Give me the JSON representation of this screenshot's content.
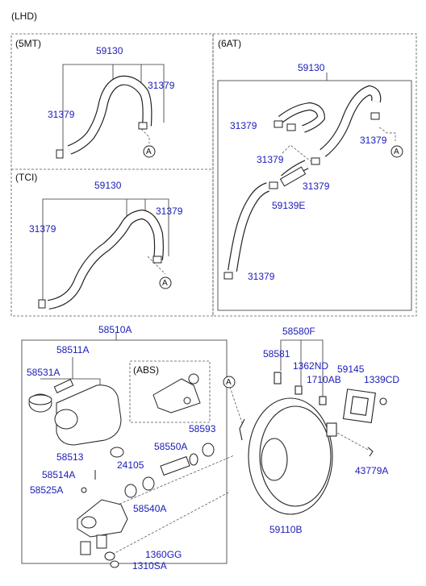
{
  "header": {
    "title": "(LHD)"
  },
  "sections": {
    "mt5": {
      "caption": "(5MT)"
    },
    "at6": {
      "caption": "(6AT)"
    },
    "tci": {
      "caption": "(TCI)"
    },
    "abs": {
      "caption": "(ABS)"
    }
  },
  "refs": {
    "a": "A"
  },
  "parts": {
    "p59130": "59130",
    "p31379": "31379",
    "p59139E": "59139E",
    "p58510A": "58510A",
    "p58511A": "58511A",
    "p58531A": "58531A",
    "p58513": "58513",
    "p58514A": "58514A",
    "p58525A": "58525A",
    "p24105": "24105",
    "p58540A": "58540A",
    "p58550A": "58550A",
    "p58593": "58593",
    "p1360GG": "1360GG",
    "p1310SA": "1310SA",
    "p58580F": "58580F",
    "p58581": "58581",
    "p1362ND": "1362ND",
    "p1710AB": "1710AB",
    "p59145": "59145",
    "p1339CD": "1339CD",
    "p43779A": "43779A",
    "p59110B": "59110B"
  }
}
